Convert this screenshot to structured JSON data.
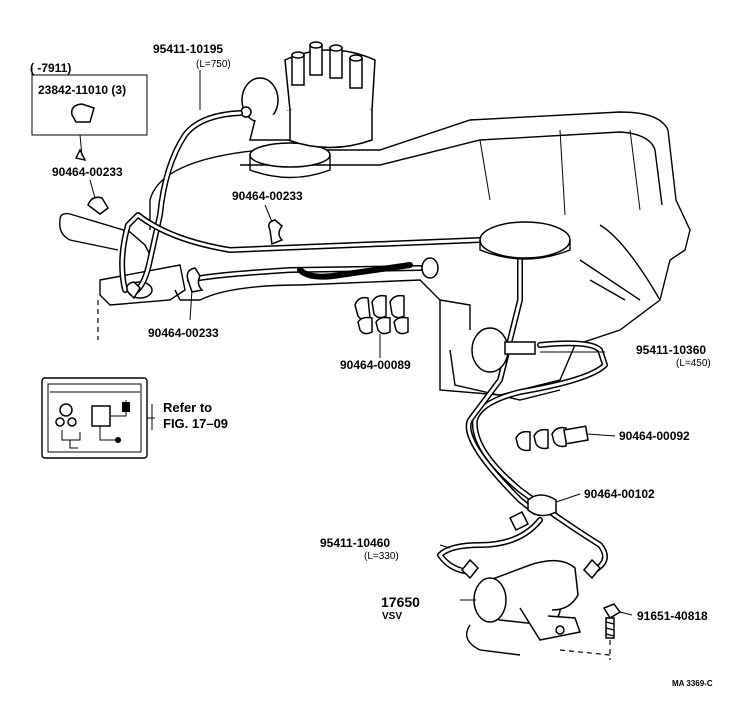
{
  "diagram": {
    "labels": {
      "code_7911": "(     -7911)",
      "pn_23842": "23842-11010 (3)",
      "pn_95411_10195": "95411-10195",
      "len_750": "(L=750)",
      "pn_90464_00233_a": "90464-00233",
      "pn_90464_00233_b": "90464-00233",
      "pn_90464_00233_c": "90464-00233",
      "pn_90464_00089": "90464-00089",
      "pn_95411_10360": "95411-10360",
      "len_450": "(L=450)",
      "pn_90464_00092": "90464-00092",
      "pn_90464_00102": "90464-00102",
      "pn_95411_10460": "95411-10460",
      "len_330": "(L=330)",
      "pn_17650": "17650",
      "vsv": "VSV",
      "pn_91651_40818": "91651-40818",
      "refer_line1": "Refer to",
      "refer_line2": "FIG. 17–09",
      "drawing_code": "MA 3369-C"
    }
  }
}
